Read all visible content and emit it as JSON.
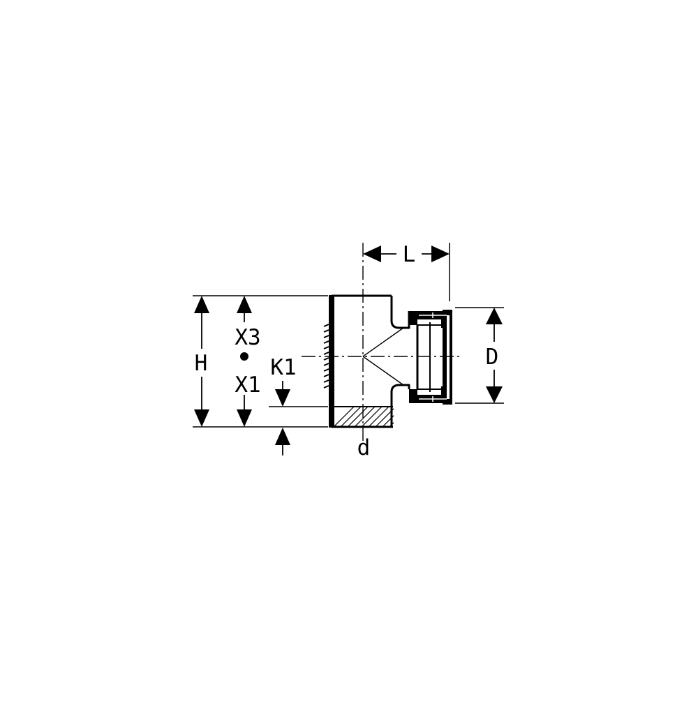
{
  "diagram": {
    "labels": {
      "length": "L",
      "outer_diameter": "D",
      "height": "H",
      "x3": "X3",
      "x1": "X1",
      "k1": "K1",
      "nominal_diameter": "d"
    },
    "colors": {
      "line": "#000000",
      "background": "#ffffff"
    }
  }
}
